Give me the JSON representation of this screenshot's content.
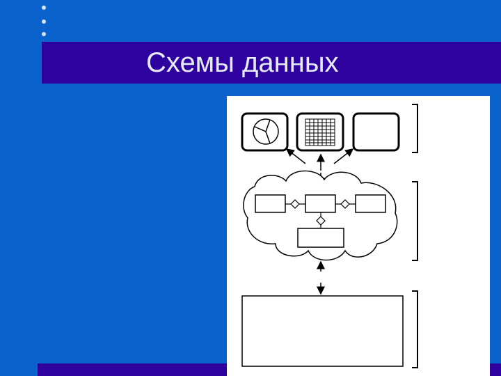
{
  "slide": {
    "title": "Схемы данных",
    "colors": {
      "background": "#0a63cc",
      "title_band": "#2f02a0",
      "title_text": "#e6ecf7",
      "panel": "#ffffff",
      "ink": "#000000"
    }
  },
  "diagram": {
    "views": [
      {
        "name": "pie-chart-view",
        "icon": "pie-chart-icon"
      },
      {
        "name": "table-grid-view",
        "icon": "grid-icon"
      },
      {
        "name": "blank-window-view",
        "icon": "window-icon"
      }
    ],
    "conceptual_level": {
      "shape": "cloud",
      "entities": [
        "entity-left",
        "entity-middle",
        "entity-right",
        "entity-bottom"
      ],
      "relationships": [
        "left-middle",
        "middle-right",
        "middle-bottom"
      ]
    },
    "physical_level": {
      "shape": "rectangle"
    },
    "level_brackets": 3
  }
}
